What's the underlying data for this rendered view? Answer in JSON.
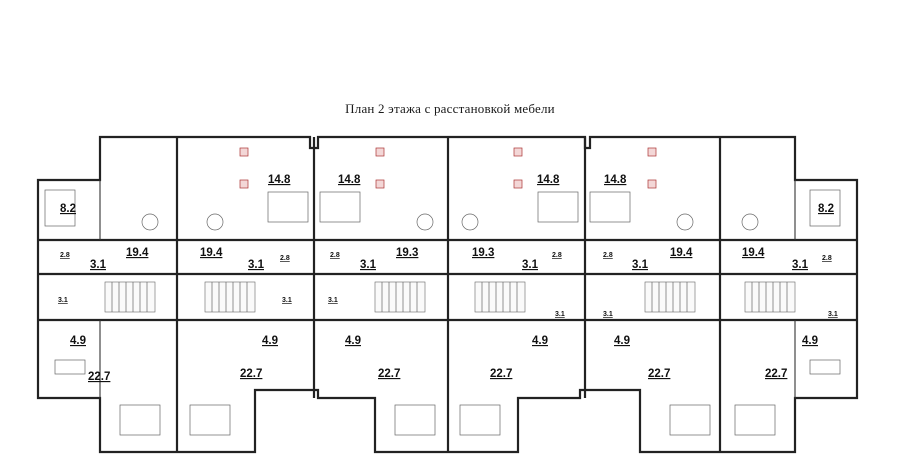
{
  "title": "План 2 этажа с расстановкой мебели",
  "areas": {
    "a1": {
      "kitchen": "8.2",
      "living": "19.4",
      "hall": "3.1",
      "wc": "2.8",
      "bath": "3.1",
      "corr": "4.9",
      "room": "22.7"
    },
    "a2": {
      "bed": "14.8",
      "living": "19.4",
      "hall": "3.1",
      "wc": "2.8",
      "bath": "3.1",
      "corr": "4.9",
      "room": "22.7"
    },
    "a3": {
      "bed": "14.8",
      "living": "19.3",
      "hall": "3.1",
      "wc": "2.8",
      "bath": "3.1",
      "corr": "4.9",
      "room": "22.7"
    },
    "a4": {
      "bed": "14.8",
      "living": "19.3",
      "hall": "3.1",
      "wc": "2.8",
      "bath": "3.1",
      "corr": "4.9",
      "room": "22.7"
    },
    "a5": {
      "bed": "14.8",
      "living": "19.4",
      "hall": "3.1",
      "wc": "2.8",
      "bath": "3.1",
      "corr": "4.9",
      "room": "22.7"
    },
    "a6": {
      "kitchen": "8.2",
      "living": "19.4",
      "hall": "3.1",
      "wc": "2.8",
      "bath": "3.1",
      "corr": "4.9",
      "room": "22.7"
    }
  }
}
